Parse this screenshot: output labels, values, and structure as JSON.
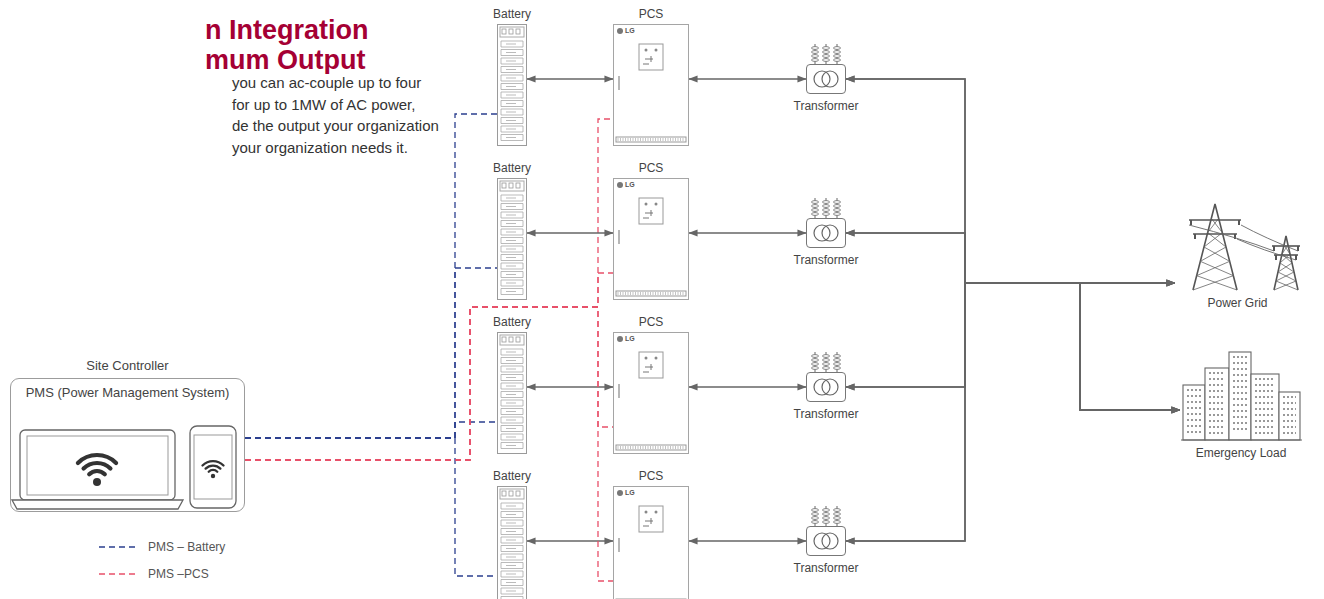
{
  "diagram": {
    "title": "n Integration mum Output",
    "nodes": [
      {
        "text": [
          "Site Controller",
          "PMS (Power Management System)"
        ]
      },
      {
        "text": [
          "Battery"
        ]
      },
      {
        "text": [
          "PCS"
        ]
      },
      {
        "text": [
          "Transformer"
        ]
      },
      {
        "text": [
          "Battery"
        ]
      },
      {
        "text": [
          "PCS"
        ]
      },
      {
        "text": [
          "Transformer"
        ]
      },
      {
        "text": [
          "Battery"
        ]
      },
      {
        "text": [
          "PCS"
        ]
      },
      {
        "text": [
          "Transformer"
        ]
      },
      {
        "text": [
          "Battery"
        ]
      },
      {
        "text": [
          "PCS"
        ]
      },
      {
        "text": [
          "Transformer"
        ]
      },
      {
        "text": [
          "Power Grid"
        ]
      },
      {
        "text": [
          "Emergency Load"
        ]
      }
    ],
    "edges": [
      {
        "from": 1,
        "to": 2,
        "arrow": "both"
      },
      {
        "from": 2,
        "to": 3,
        "arrow": "both"
      },
      {
        "from": 3,
        "to": 13,
        "arrow": "both"
      },
      {
        "from": 3,
        "to": 14,
        "arrow": "both"
      },
      {
        "from": 0,
        "to": 1,
        "arrow": "none"
      },
      {
        "from": 0,
        "to": 2,
        "arrow": "none"
      },
      {
        "from": 4,
        "to": 5,
        "arrow": "both"
      },
      {
        "from": 5,
        "to": 6,
        "arrow": "both"
      },
      {
        "from": 6,
        "to": 13,
        "arrow": "both"
      },
      {
        "from": 6,
        "to": 14,
        "arrow": "both"
      },
      {
        "from": 0,
        "to": 4,
        "arrow": "none"
      },
      {
        "from": 0,
        "to": 5,
        "arrow": "none"
      },
      {
        "from": 7,
        "to": 8,
        "arrow": "both"
      },
      {
        "from": 8,
        "to": 9,
        "arrow": "both"
      },
      {
        "from": 9,
        "to": 13,
        "arrow": "both"
      },
      {
        "from": 9,
        "to": 14,
        "arrow": "both"
      },
      {
        "from": 0,
        "to": 7,
        "arrow": "none"
      },
      {
        "from": 0,
        "to": 8,
        "arrow": "none"
      },
      {
        "from": 10,
        "to": 11,
        "arrow": "both"
      },
      {
        "from": 11,
        "to": 12,
        "arrow": "both"
      },
      {
        "from": 12,
        "to": 13,
        "arrow": "both"
      },
      {
        "from": 12,
        "to": 14,
        "arrow": "both"
      },
      {
        "from": 0,
        "to": 10,
        "arrow": "none"
      },
      {
        "from": 0,
        "to": 11,
        "arrow": "none"
      }
    ],
    "labels": [
      "you can ac-couple up to four",
      "for up to 1MW of AC power,",
      "de the output your organization",
      "your organization needs it.",
      "LG",
      "LG",
      "LG",
      "LG"
    ],
    "legend": [
      {
        "text": "PMS – Battery"
      },
      {
        "text": "PMS –PCS"
      }
    ]
  }
}
